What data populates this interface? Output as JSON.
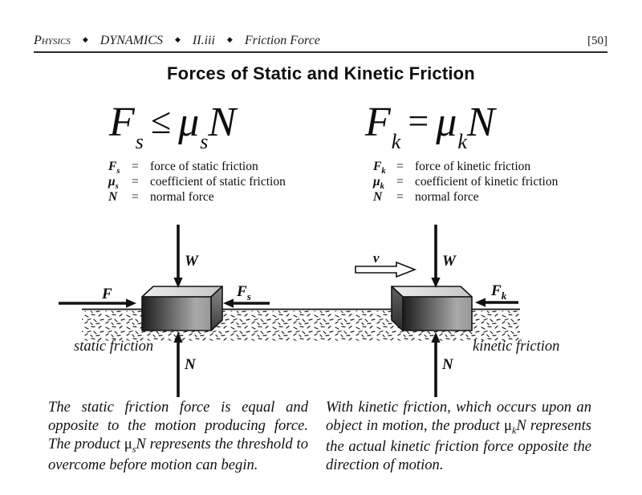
{
  "header": {
    "items": [
      "Physics",
      "DYNAMICS",
      "II.iii",
      "Friction Force"
    ],
    "separator": "◆",
    "page_number": "[50]"
  },
  "title": "Forces of Static and Kinetic Friction",
  "static_panel": {
    "equation": {
      "sym": "F",
      "sym_sub": "s",
      "operator": "≤",
      "mu": "μ",
      "mu_sub": "s",
      "normal": "N"
    },
    "definitions": [
      {
        "sym": "F",
        "sub": "s",
        "equals": "=",
        "desc": "force of static friction"
      },
      {
        "sym": "μ",
        "sub": "s",
        "equals": "=",
        "desc": "coefficient of static friction"
      },
      {
        "sym": "N",
        "sub": "",
        "equals": "=",
        "desc": "normal force"
      }
    ]
  },
  "kinetic_panel": {
    "equation": {
      "sym": "F",
      "sym_sub": "k",
      "operator": "=",
      "mu": "μ",
      "mu_sub": "k",
      "normal": "N"
    },
    "definitions": [
      {
        "sym": "F",
        "sub": "k",
        "equals": "=",
        "desc": "force of kinetic friction"
      },
      {
        "sym": "μ",
        "sub": "k",
        "equals": "=",
        "desc": "coefficient of kinetic friction"
      },
      {
        "sym": "N",
        "sub": "",
        "equals": "=",
        "desc": "normal force"
      }
    ]
  },
  "diagram": {
    "static": {
      "weight_label": "W",
      "applied_label": "F",
      "friction_label": "F",
      "friction_sub": "s",
      "normal_label": "N",
      "caption": "static friction"
    },
    "kinetic": {
      "velocity_label": "v",
      "weight_label": "W",
      "friction_label": "F",
      "friction_sub": "k",
      "normal_label": "N",
      "caption": "kinetic friction"
    }
  },
  "notes": {
    "static": {
      "part1": "The static friction force is equal and opposite to the motion producing force. The product ",
      "mu": "μ",
      "mu_sub": "s",
      "n": "N",
      "part2": " represents the threshold to overcome before motion can begin."
    },
    "kinetic": {
      "part1": "With kinetic friction, which occurs upon an object in motion, the product ",
      "mu": "μ",
      "mu_sub": "k",
      "n": "N",
      "part2": " represents the actual kinetic friction force opposite the direction of motion."
    }
  },
  "colors": {
    "ink": "#111111",
    "block_top": "#e0e0e0",
    "block_front_dark": "#1c1c1c",
    "block_front_light": "#a9a9a9",
    "block_side": "#5a5a5a",
    "background": "#ffffff"
  }
}
